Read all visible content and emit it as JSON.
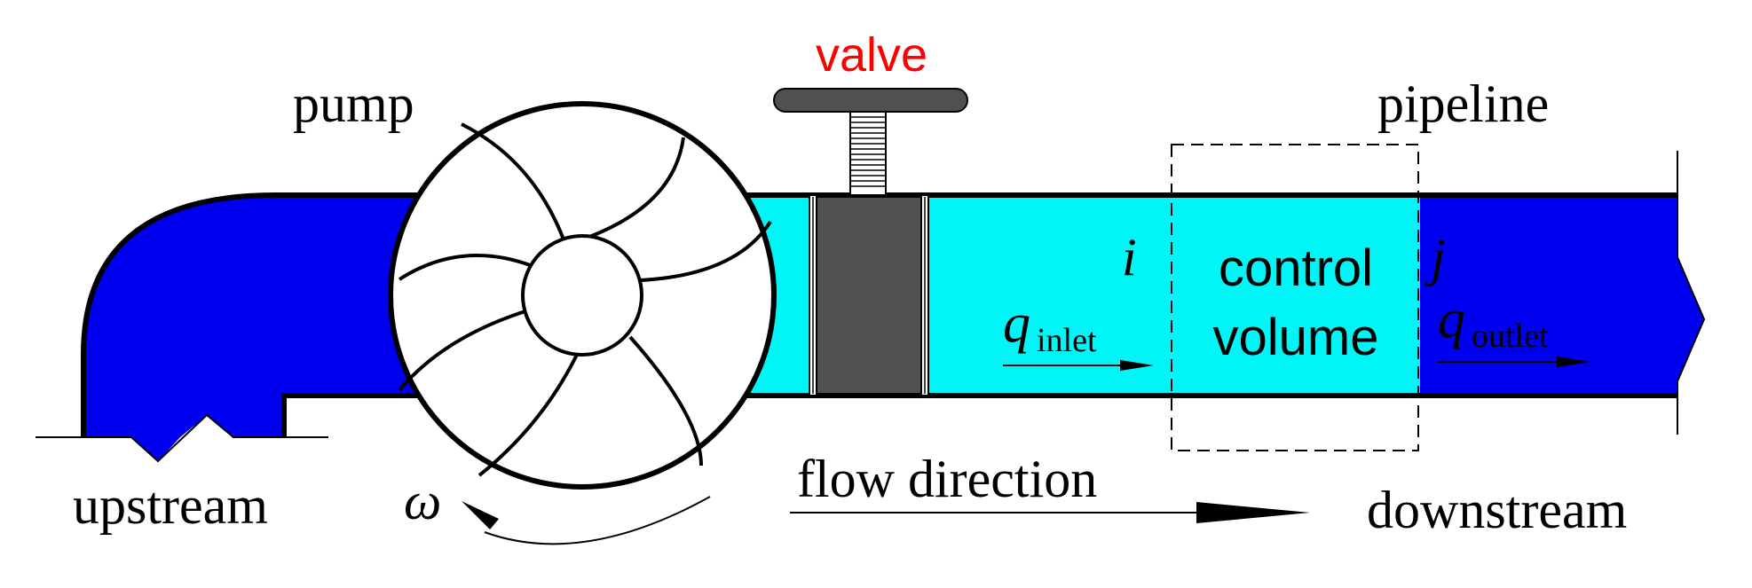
{
  "labels": {
    "valve": "valve",
    "pump": "pump",
    "pipeline": "pipeline",
    "upstream": "upstream",
    "downstream": "downstream",
    "omega": "ω",
    "flow_direction": "flow direction",
    "node_i": "i",
    "node_j": "j",
    "q_symbol": "q",
    "inlet_sub": "inlet",
    "outlet_sub": "outlet",
    "control_line1": "control",
    "control_line2": "volume"
  },
  "colors": {
    "pipe_blue": "#0000f0",
    "water_cyan": "#00f6f6",
    "valve_gray": "#505050",
    "valve_label": "#ff0000",
    "outline": "#000000"
  },
  "icons": {
    "pump": "centrifugal-pump-impeller",
    "valve": "gate-valve",
    "break": "pipe-break-symbol"
  }
}
